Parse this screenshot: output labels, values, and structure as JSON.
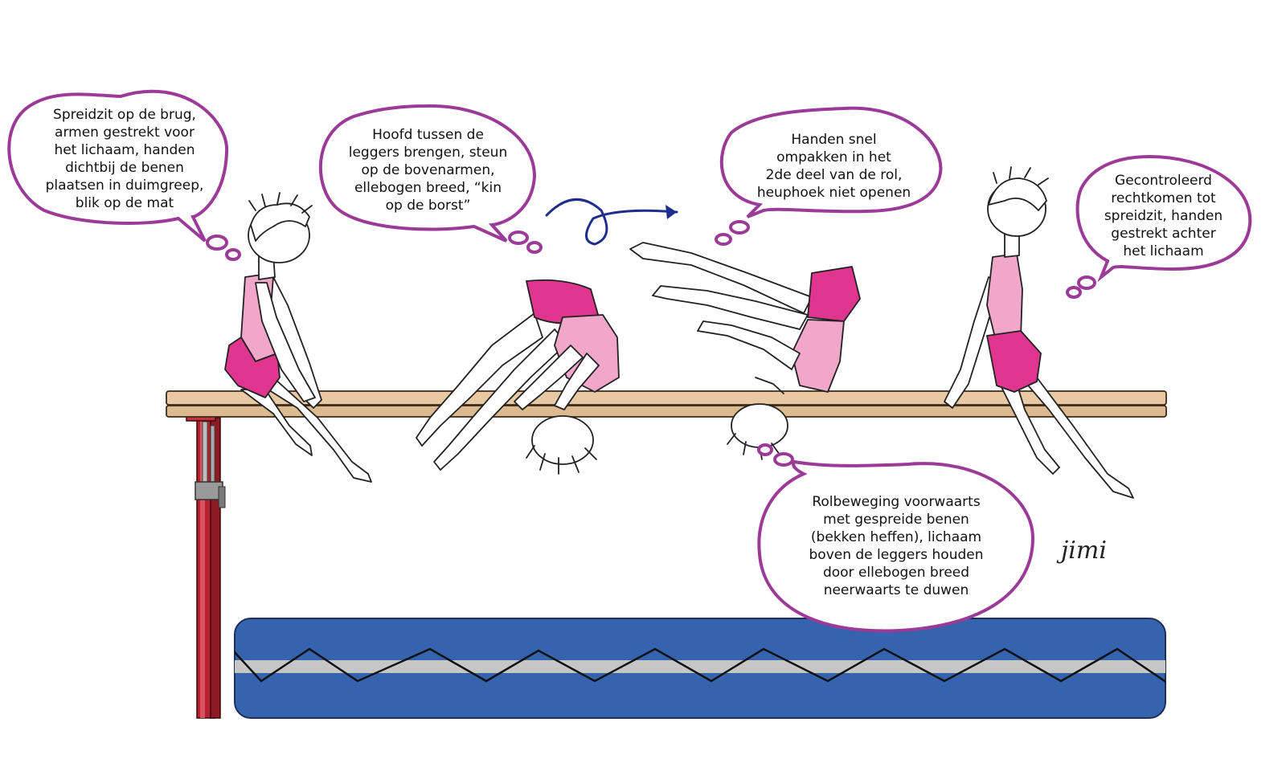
{
  "colors": {
    "bubble_outline": "#9c3a98",
    "bar_wood": "#e8c9a3",
    "bar_outline": "#3a2a1a",
    "post_red": "#b3222e",
    "mat_blue": "#3563ad",
    "mat_stripe": "#c6c6c6",
    "suit_pink": "#f0a7c9",
    "suit_magenta": "#e0358e",
    "arrow_navy": "#1f2d8f"
  },
  "bubbles": {
    "b1": {
      "lines": [
        "Spreidzit op de brug,",
        "armen gestrekt voor",
        "het lichaam, handen",
        "dichtbij de benen",
        "plaatsen in duimgreep,",
        "blik op de mat"
      ]
    },
    "b2": {
      "lines": [
        "Hoofd tussen de",
        "leggers brengen, steun",
        "op de bovenarmen,",
        "ellebogen breed, “kin",
        "op de borst”"
      ]
    },
    "b3": {
      "lines": [
        "Handen snel",
        "ompakken in het",
        "2de deel van de rol,",
        "heuphoek niet openen"
      ]
    },
    "b4": {
      "lines": [
        "Gecontroleerd",
        "rechtkomen tot",
        "spreidzit, handen",
        "gestrekt achter",
        "het lichaam"
      ]
    },
    "b5": {
      "lines": [
        "Rolbeweging voorwaarts",
        "met gespreide benen",
        "(bekken heffen), lichaam",
        "boven de leggers houden",
        "door ellebogen breed",
        "neerwaarts te duwen"
      ]
    }
  },
  "signature": "jimi",
  "icons": [
    "motion-arrow-icon"
  ]
}
